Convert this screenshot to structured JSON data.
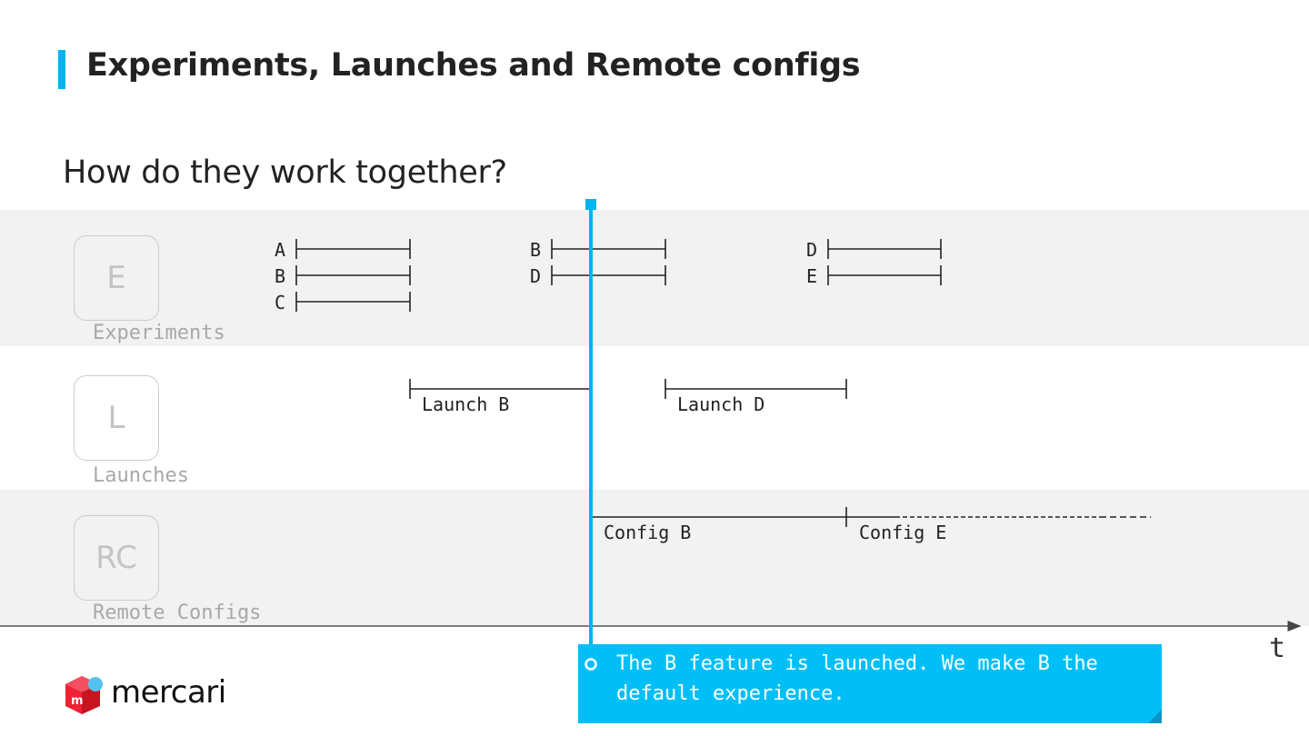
{
  "title": "Experiments, Launches and Remote configs",
  "subtitle": "How do they work together?",
  "colors": {
    "accent": "#00b4f0",
    "callout_bg": "#00bff7",
    "band_gray": "#f2f2f2",
    "logo_red": "#ee2233"
  },
  "lanes": [
    {
      "id": "experiments",
      "badge": "E",
      "label": "Experiments"
    },
    {
      "id": "launches",
      "badge": "L",
      "label": "Launches"
    },
    {
      "id": "remote_configs",
      "badge": "RC",
      "label": "Remote Configs"
    }
  ],
  "experiment_groups": [
    {
      "labels": [
        "A",
        "B",
        "C"
      ]
    },
    {
      "labels": [
        "B",
        "D"
      ]
    },
    {
      "labels": [
        "D",
        "E"
      ]
    }
  ],
  "launches": [
    {
      "label": "Launch B"
    },
    {
      "label": "Launch D"
    }
  ],
  "configs": [
    {
      "label": "Config B"
    },
    {
      "label": "Config E",
      "ongoing": true
    }
  ],
  "axis_label": "t",
  "callout_text_1": "The B feature is launched. We make B the",
  "callout_text_2": "default experience.",
  "logo": {
    "text": "mercari",
    "mark_glyph": "m",
    "icon": "mercari-logo-icon"
  }
}
